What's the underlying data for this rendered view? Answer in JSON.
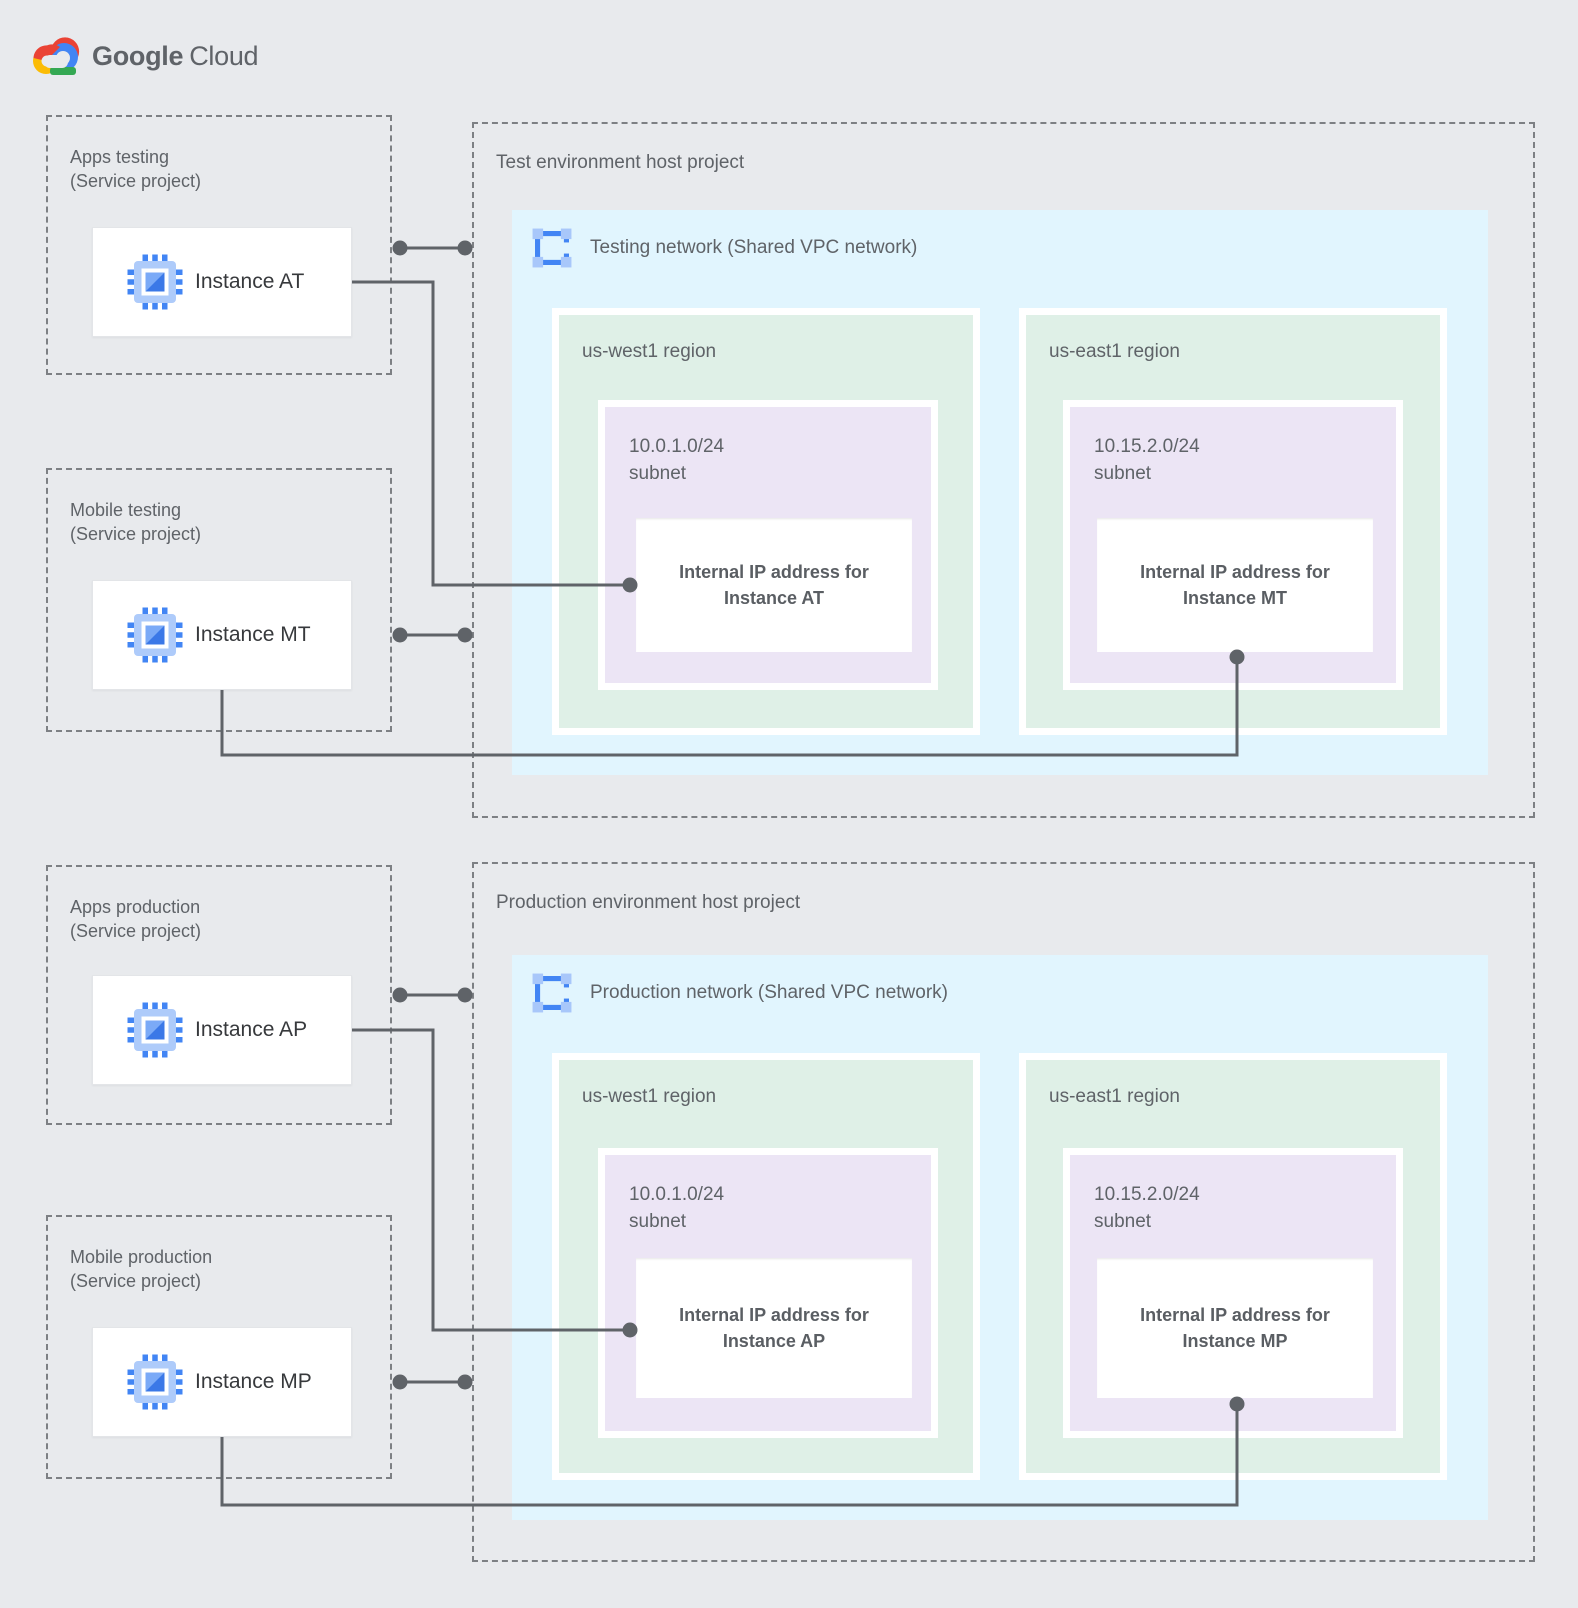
{
  "logo": {
    "google": "Google",
    "cloud": "Cloud"
  },
  "sections": [
    {
      "host_label": "Test environment host project",
      "network_label": "Testing network (Shared VPC network)",
      "projects": [
        {
          "title_line1": "Apps testing",
          "title_line2": "(Service project)",
          "instance_label": "Instance AT"
        },
        {
          "title_line1": "Mobile testing",
          "title_line2": "(Service project)",
          "instance_label": "Instance MT"
        }
      ],
      "regions": [
        {
          "region_label": "us-west1 region",
          "subnet_cidr": "10.0.1.0/24",
          "subnet_word": "subnet",
          "ip_line1": "Internal IP address for",
          "ip_line2": "Instance AT"
        },
        {
          "region_label": "us-east1 region",
          "subnet_cidr": "10.15.2.0/24",
          "subnet_word": "subnet",
          "ip_line1": "Internal IP address for",
          "ip_line2": "Instance MT"
        }
      ]
    },
    {
      "host_label": "Production environment host project",
      "network_label": "Production network (Shared VPC network)",
      "projects": [
        {
          "title_line1": "Apps production",
          "title_line2": "(Service project)",
          "instance_label": "Instance AP"
        },
        {
          "title_line1": "Mobile production",
          "title_line2": "(Service project)",
          "instance_label": "Instance MP"
        }
      ],
      "regions": [
        {
          "region_label": "us-west1 region",
          "subnet_cidr": "10.0.1.0/24",
          "subnet_word": "subnet",
          "ip_line1": "Internal IP address for",
          "ip_line2": "Instance AP"
        },
        {
          "region_label": "us-east1 region",
          "subnet_cidr": "10.15.2.0/24",
          "subnet_word": "subnet",
          "ip_line1": "Internal IP address for",
          "ip_line2": "Instance MP"
        }
      ]
    }
  ],
  "colors": {
    "background": "#E8EAED",
    "network_fill": "#E1F5FE",
    "region_fill": "#DFF0E7",
    "subnet_fill": "#ECE5F5",
    "card_fill": "#FFFFFF",
    "dashed_border": "#7D8084",
    "connector": "#5F6368",
    "label_text": "#5F6368",
    "instance_text": "#37393C",
    "logo_blue": "#4285F4",
    "logo_red": "#EA4335",
    "logo_yellow": "#FBBC05",
    "logo_green": "#34A853"
  }
}
